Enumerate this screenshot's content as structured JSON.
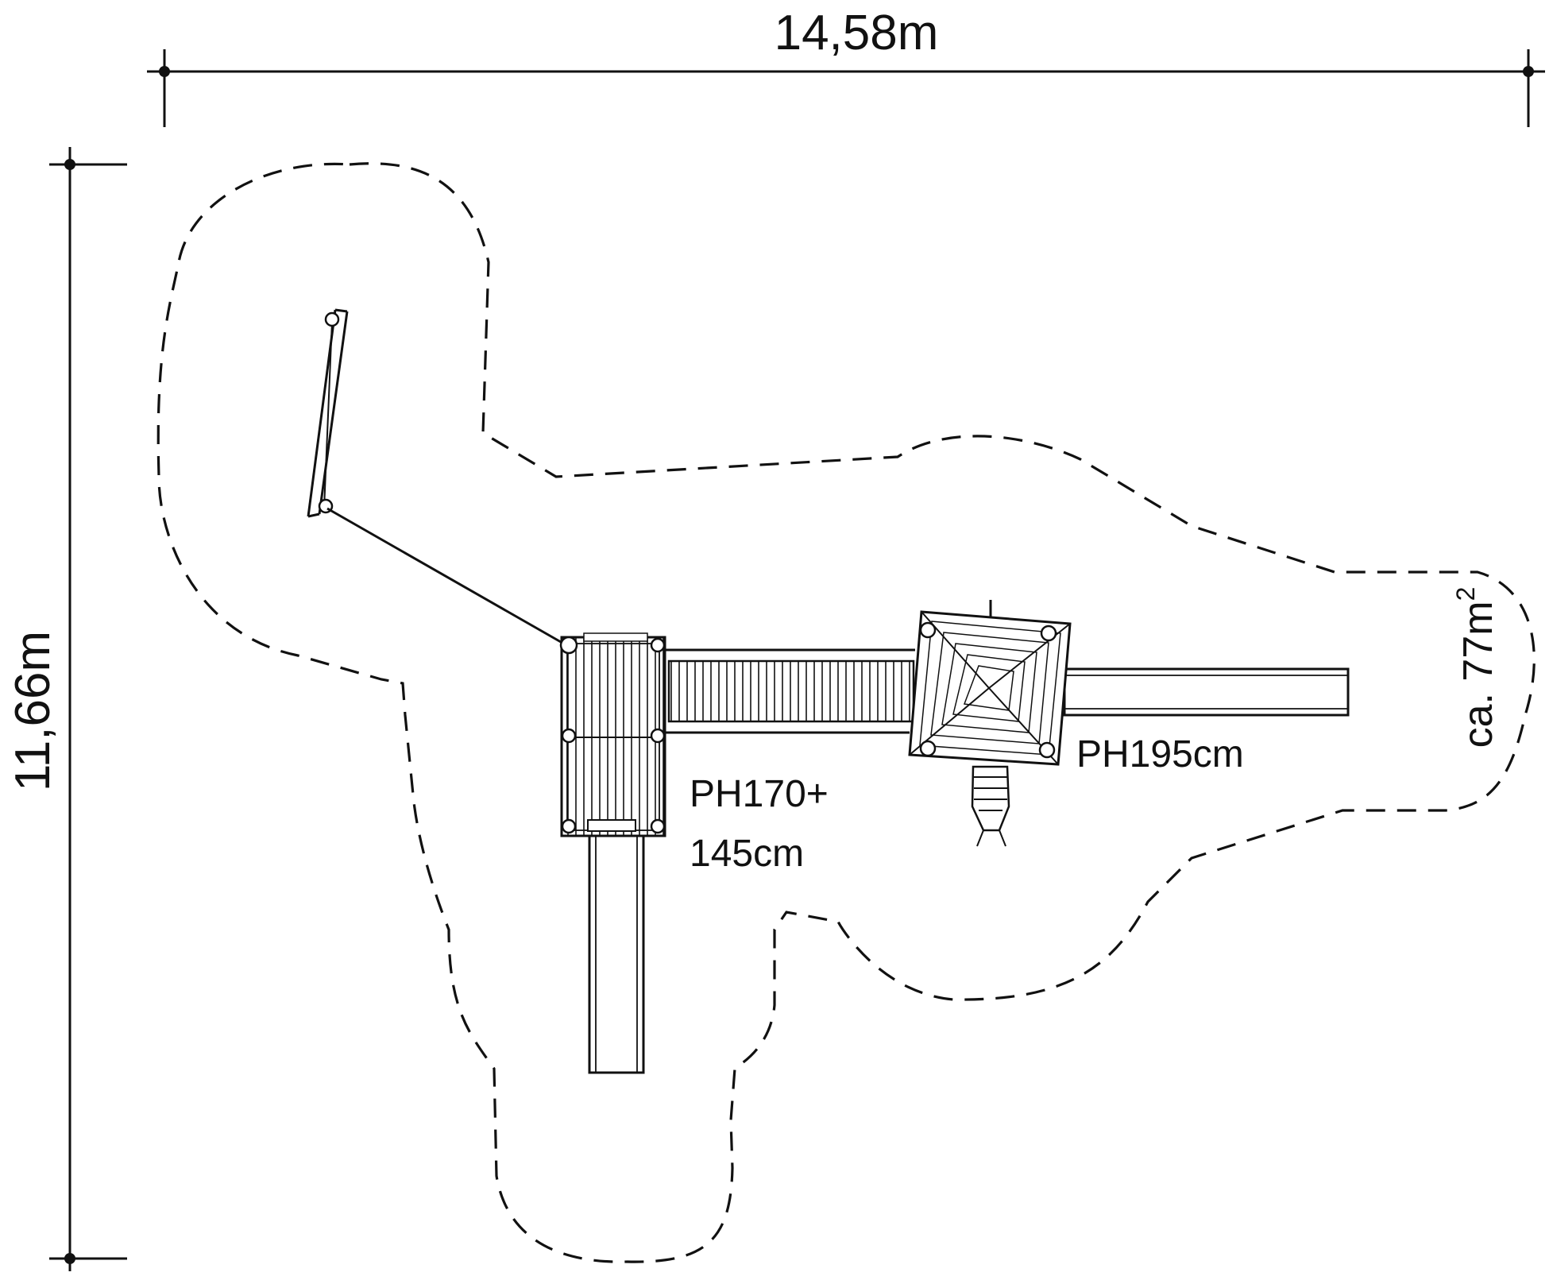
{
  "dimensions": {
    "width_label": "14,58m",
    "height_label": "11,66m"
  },
  "annotations": {
    "tower_left_label_line1": "PH170+",
    "tower_left_label_line2": "145cm",
    "tower_right_label": "PH195cm"
  },
  "area": {
    "label_prefix": "ca. 77m",
    "label_superscript": "2"
  },
  "colors": {
    "ink": "#111111",
    "background": "#ffffff"
  }
}
